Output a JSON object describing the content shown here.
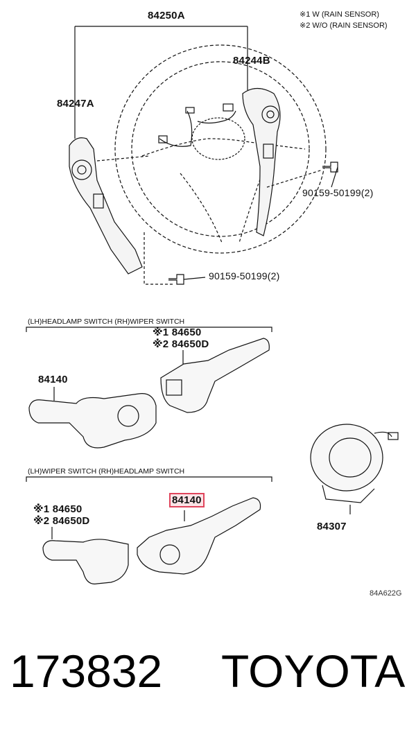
{
  "notes": {
    "note1": "※1 W (RAIN SENSOR)",
    "note2": "※2 W/O (RAIN SENSOR)"
  },
  "parts": {
    "steering_wheel": "84250A",
    "switch_right": "84244B",
    "switch_left": "84247A",
    "bolt_upper": "90159-50199(2)",
    "bolt_lower": "90159-50199(2)",
    "sec1_wiper_n1": "※1 84650",
    "sec1_wiper_n2": "※2 84650D",
    "sec1_headlamp": "84140",
    "sec2_wiper_n1": "※1 84650",
    "sec2_wiper_n2": "※2 84650D",
    "sec2_headlamp": "84140",
    "spiral_cable": "84307"
  },
  "sections": {
    "top_variant": "(LH)HEADLAMP SWITCH   (RH)WIPER SWITCH",
    "bottom_variant": "(LH)WIPER SWITCH   (RH)HEADLAMP SWITCH"
  },
  "diagram_ref": "84A622G",
  "footer": {
    "number": "173832",
    "brand": "TOYOTA"
  },
  "colors": {
    "highlight_border": "#e0455c",
    "highlight_fill": "#fbe3e6"
  }
}
